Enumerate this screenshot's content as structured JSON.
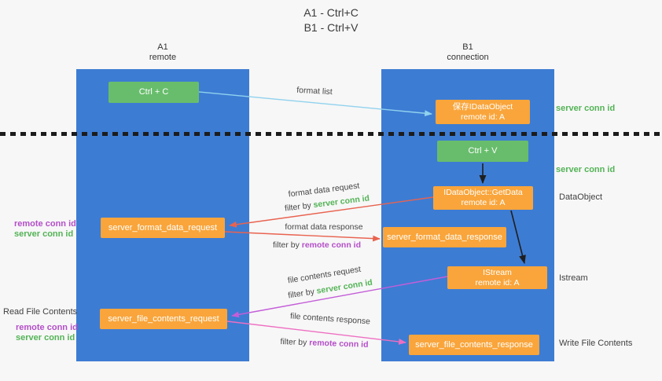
{
  "title": {
    "line1": "A1 - Ctrl+C",
    "line2": "B1 - Ctrl+V"
  },
  "left_column": {
    "name": "A1",
    "subtitle": "remote"
  },
  "right_column": {
    "name": "B1",
    "subtitle": "connection"
  },
  "boxes": {
    "ctrl_c": {
      "label": "Ctrl + C"
    },
    "ctrl_v": {
      "label": "Ctrl + V"
    },
    "save_idataobject": {
      "line1": "保存IDataObject",
      "line2": "remote id: A"
    },
    "getdata": {
      "line1": "IDataObject::GetData",
      "line2": "remote id: A"
    },
    "istream": {
      "line1": "IStream",
      "line2": "remote id: A"
    },
    "format_request": {
      "label": "server_format_data_request"
    },
    "format_response": {
      "label": "server_format_data_response"
    },
    "file_request": {
      "label": "server_file_contents_request"
    },
    "file_response": {
      "label": "server_file_contents_response"
    }
  },
  "annotations": {
    "format_list": "format list",
    "server_conn_id_top": "server conn id",
    "server_conn_id_mid": "server conn id",
    "dataobject": "DataObject",
    "istream_side": "Istream",
    "read_file_contents": "Read File Contents",
    "write_file_contents": "Write File Contents",
    "format_data_request": "format data request",
    "format_data_response": "format data response",
    "file_contents_request": "file contents request",
    "file_contents_response": "file contents response",
    "filter_by": "filter by ",
    "server_conn_id": "server conn id",
    "remote_conn_id": "remote conn id",
    "left_format": {
      "remote": "remote conn id",
      "server": "server conn id"
    },
    "left_file": {
      "remote": "remote conn id",
      "server": "server conn id"
    }
  },
  "colors": {
    "lifeline": "#3d7cd3",
    "green_box": "#68bd6c",
    "orange_box": "#f9a53b",
    "green_text": "#53b356",
    "magenta_text": "#b44ec8",
    "arrow_blue": "#90d2ee",
    "arrow_red": "#e96350",
    "arrow_violet": "#c45ed8",
    "arrow_pink": "#ee6fc2"
  }
}
